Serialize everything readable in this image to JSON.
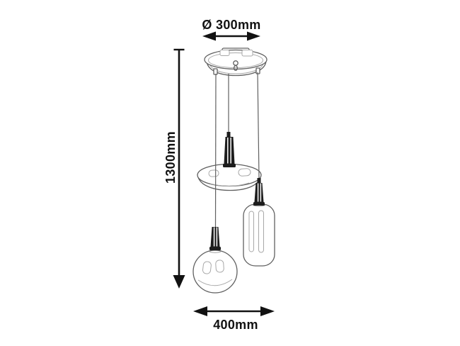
{
  "labels": {
    "diameter": "Ø 300mm",
    "height": "1300mm",
    "width": "400mm"
  },
  "colors": {
    "background": "#ffffff",
    "dimension_line": "#121212",
    "lamp_outline": "#606060",
    "lamp_outline_light": "#a8a8a8",
    "socket_fill": "#1d1d1d",
    "glass_fill": "#ffffff"
  }
}
